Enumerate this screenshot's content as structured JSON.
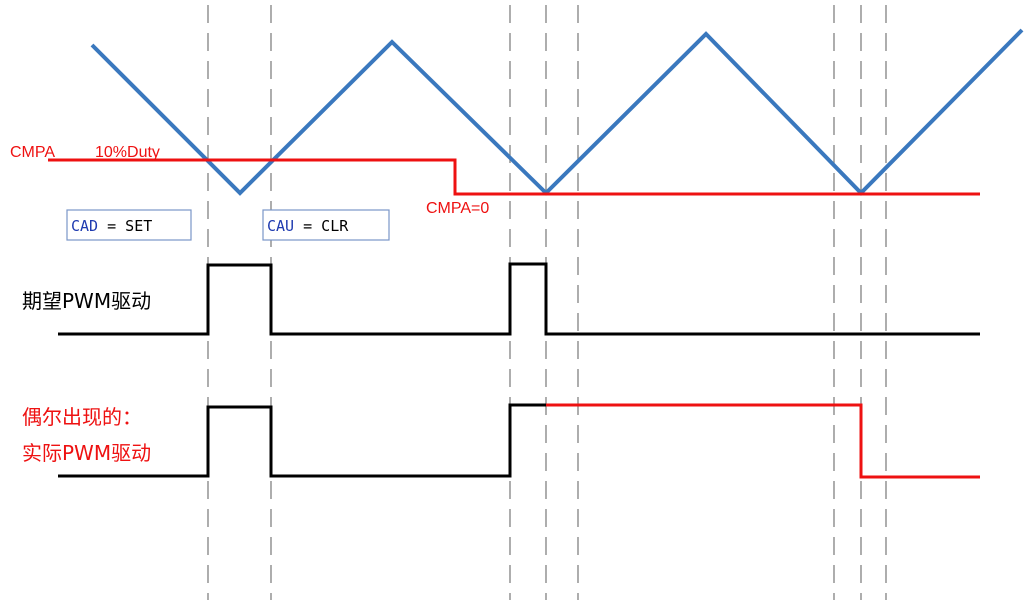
{
  "colors": {
    "triangle": "#3a78be",
    "compare": "#ee1111",
    "pwm": "#000000",
    "guide": "#777777",
    "box_border": "#7a96c8",
    "box_keyword": "#1f3bb0",
    "box_value": "#000000"
  },
  "labels": {
    "cmpa": "CMPA",
    "duty": "10%Duty",
    "cmpa_zero": "CMPA=0",
    "expected_pwm": "期望PWM驱动",
    "actual_line1": "偶尔出现的：",
    "actual_line2": "实际PWM驱动"
  },
  "action_boxes": [
    {
      "keyword": "CAD",
      "rest": " = SET"
    },
    {
      "keyword": "CAU",
      "rest": " = CLR"
    }
  ]
}
